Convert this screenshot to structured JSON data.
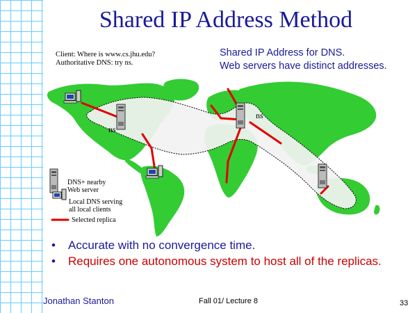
{
  "slide": {
    "title": "Shared IP Address Method",
    "client_note_line1": "Client: Where is www.cs.jhu.edu?",
    "client_note_line2": "Authoritative DNS: try ns.",
    "dns_note_line1": "Shared IP Address for DNS.",
    "dns_note_line2": "Web servers have distinct addresses.",
    "ns_label_left": "ns",
    "ns_label_right": "ns"
  },
  "legend": {
    "dns_server_line1": "DNS+ nearby",
    "dns_server_line2": "Web server",
    "local_dns_line1": "Local DNS serving",
    "local_dns_line2": "all local clients",
    "selected_replica": "Selected replica"
  },
  "bullets": [
    {
      "text": "Accurate with no convergence time."
    },
    {
      "text": "Requires one autonomous system to host all of the replicas."
    }
  ],
  "footer": {
    "author": "Jonathan Stanton",
    "course": "Fall 01/ Lecture 8",
    "page_number": "33"
  },
  "colors": {
    "title": "#1a1a99",
    "land": "#33cc33",
    "selected_replica": "#e00000",
    "grid": "#66ccff"
  }
}
